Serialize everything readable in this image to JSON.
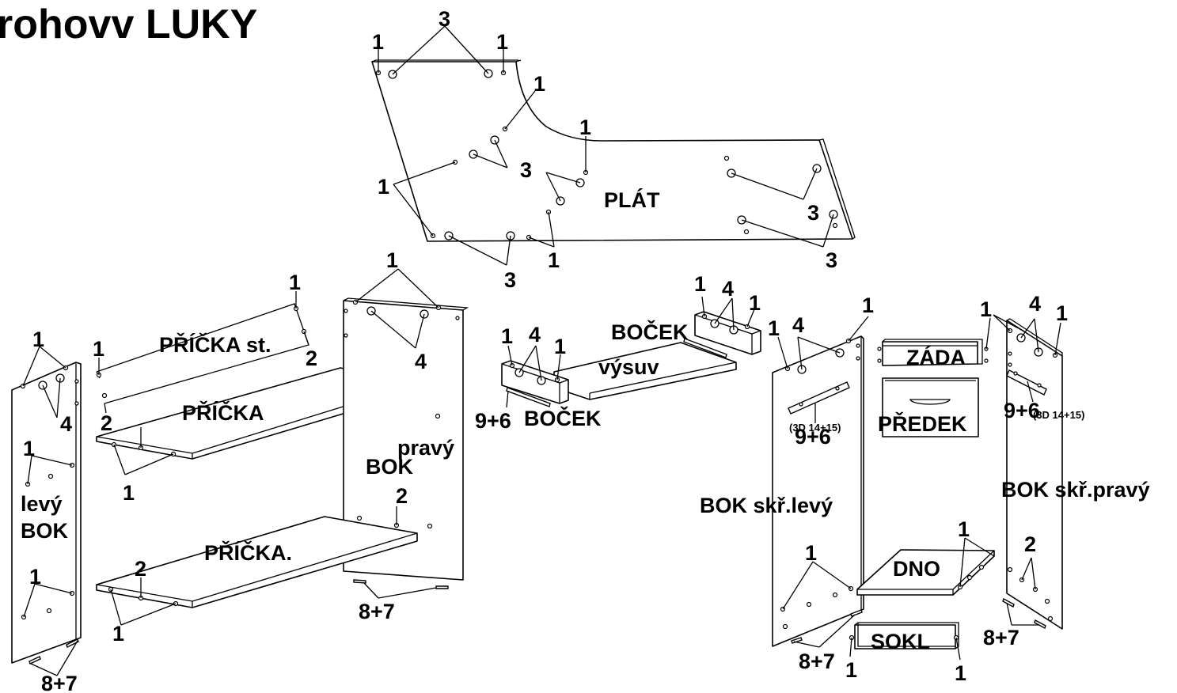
{
  "title": "rohovv LUKY",
  "parts": {
    "plat": "PLÁT",
    "pricka_st": "PŘÍČKA st.",
    "pricka": "PŘÍČKA",
    "pricka_dot": "PŘÍČKA.",
    "levy": "levý",
    "bok": "BOK",
    "pravy": "pravý",
    "bocek": "BOČEK",
    "vysuv": "výsuv",
    "zada": "ZÁDA",
    "predek": "PŘEDEK",
    "bok_skr_levy": "BOK skř.levý",
    "bok_skr_pravy": "BOK skř.pravý",
    "dno": "DNO",
    "sokl": "SOKL"
  },
  "numbers": {
    "n1": "1",
    "n2": "2",
    "n3": "3",
    "n4": "4",
    "n8_7": "8+7",
    "n9_6": "9+6",
    "n3d": "(3D 14+15)"
  }
}
